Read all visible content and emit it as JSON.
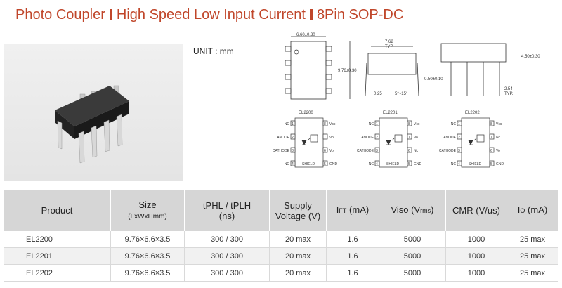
{
  "title": {
    "part1": "Photo Coupler",
    "part2": "High Speed Low Input Current",
    "part3": "8Pin SOP-DC"
  },
  "unit_label": "UNIT : mm",
  "dims": {
    "w": "6.60±0.30",
    "l": "9.76±0.30",
    "pitch": "7.62",
    "typ": "TYP.",
    "thick": "0.25",
    "angle": "5°~15°",
    "lead": "0.50±0.10",
    "h": "4.50±0.30",
    "p": "2.54",
    "typ2": "TYP."
  },
  "schematics": [
    {
      "name": "EL2200",
      "left": [
        "NC",
        "ANODE",
        "CATHODE",
        "NC"
      ],
      "right": [
        "Vcc",
        "Vo",
        "Vo",
        "GND"
      ],
      "pins_l": [
        "1",
        "2",
        "3",
        "4"
      ],
      "pins_r": [
        "8",
        "7",
        "6",
        "5"
      ],
      "shield": "SHIELD"
    },
    {
      "name": "EL2201",
      "left": [
        "NC",
        "ANODE",
        "CATHODE",
        "NC"
      ],
      "right": [
        "Vcc",
        "Vo",
        "Nc",
        "GND"
      ],
      "pins_l": [
        "1",
        "2",
        "3",
        "4"
      ],
      "pins_r": [
        "8",
        "7",
        "6",
        "5"
      ],
      "shield": "SHIELD"
    },
    {
      "name": "EL2202",
      "left": [
        "NC",
        "ANODE",
        "CATHODE",
        "NC"
      ],
      "right": [
        "Vcc",
        "Nc",
        "Vo",
        "GND"
      ],
      "pins_l": [
        "1",
        "2",
        "3",
        "4"
      ],
      "pins_r": [
        "8",
        "7",
        "6",
        "5"
      ],
      "shield": "SHIELD"
    }
  ],
  "table": {
    "headers": {
      "product": "Product",
      "size": "Size",
      "size_sub": "(LxWxHmm)",
      "tphl": "tPHL / tPLH",
      "tphl_sub": "(ns)",
      "supply": "Supply",
      "supply2": "Voltage (V)",
      "ift_main": "I",
      "ift_sub": "FT",
      "ift_unit": " (mA)",
      "viso_main": "Viso (V",
      "viso_sub": "rms",
      "viso_end": ")",
      "cmr": "CMR (V/us)",
      "io_main": "I",
      "io_sub": "O",
      "io_unit": " (mA)"
    },
    "rows": [
      [
        "EL2200",
        "9.76×6.6×3.5",
        "300 / 300",
        "20 max",
        "1.6",
        "5000",
        "1000",
        "25 max"
      ],
      [
        "EL2201",
        "9.76×6.6×3.5",
        "300 / 300",
        "20 max",
        "1.6",
        "5000",
        "1000",
        "25 max"
      ],
      [
        "EL2202",
        "9.76×6.6×3.5",
        "300 / 300",
        "20 max",
        "1.6",
        "5000",
        "1000",
        "25 max"
      ]
    ]
  }
}
